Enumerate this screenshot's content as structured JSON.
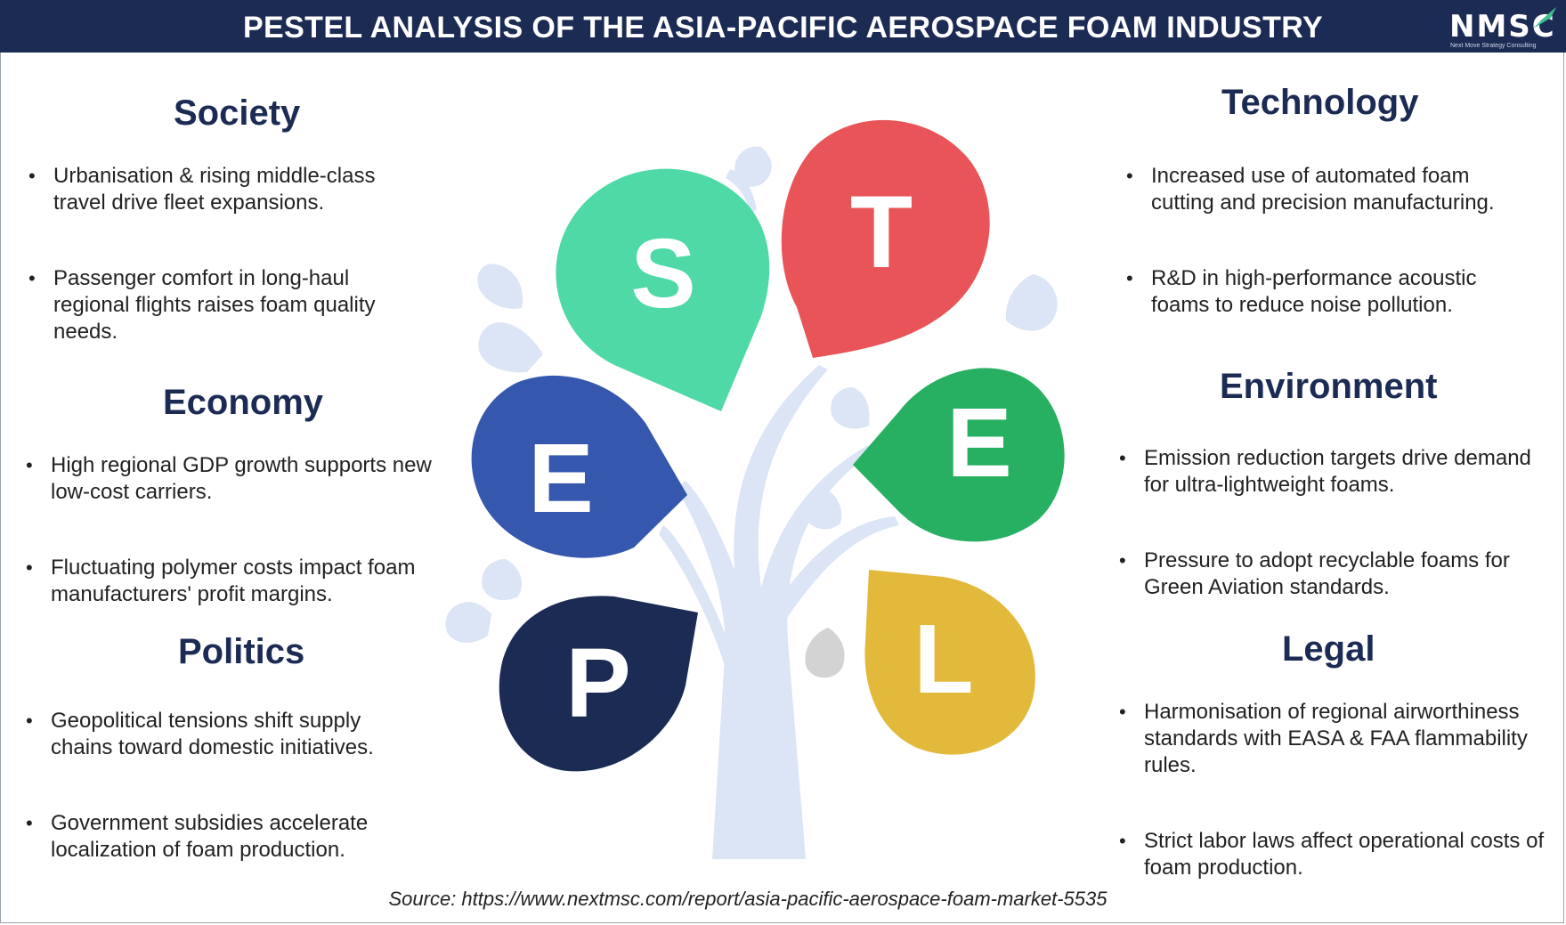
{
  "header": {
    "title": "PESTEL ANALYSIS OF THE ASIA-PACIFIC AEROSPACE FOAM INDUSTRY",
    "logo_text": "NMSC",
    "logo_tagline": "Next Move Strategy Consulting"
  },
  "letters": {
    "s": "S",
    "t": "T",
    "e1": "E",
    "e2": "E",
    "p": "P",
    "l": "L"
  },
  "colors": {
    "header_bg": "#1b2b54",
    "society": "#4fd9a6",
    "technology": "#e85457",
    "economy": "#3557ad",
    "environment": "#27b062",
    "politics": "#1b2b54",
    "legal": "#e2b93b",
    "tree": "#dbe5f5"
  },
  "society": {
    "title": "Society",
    "points": [
      "Urbanisation & rising middle-class travel drive fleet expansions.",
      "Passenger comfort in long-haul regional flights raises foam quality needs."
    ]
  },
  "economy": {
    "title": "Economy",
    "points": [
      "High regional GDP growth supports new low-cost carriers.",
      "Fluctuating polymer costs impact foam manufacturers' profit margins."
    ]
  },
  "politics": {
    "title": "Politics",
    "points": [
      "Geopolitical tensions shift supply chains toward domestic initiatives.",
      "Government subsidies accelerate localization of foam production."
    ]
  },
  "technology": {
    "title": "Technology",
    "points": [
      "Increased use of automated foam cutting and precision manufacturing.",
      "R&D in high-performance acoustic foams to reduce noise pollution."
    ]
  },
  "environment": {
    "title": "Environment",
    "points": [
      "Emission reduction targets drive demand for ultra-lightweight foams.",
      "Pressure to adopt recyclable foams for Green Aviation standards."
    ]
  },
  "legal": {
    "title": "Legal",
    "points": [
      "Harmonisation of regional airworthiness standards with EASA & FAA flammability rules.",
      "Strict labor laws affect operational costs of foam production."
    ]
  },
  "source": "Source: https://www.nextmsc.com/report/asia-pacific-aerospace-foam-market-5535"
}
